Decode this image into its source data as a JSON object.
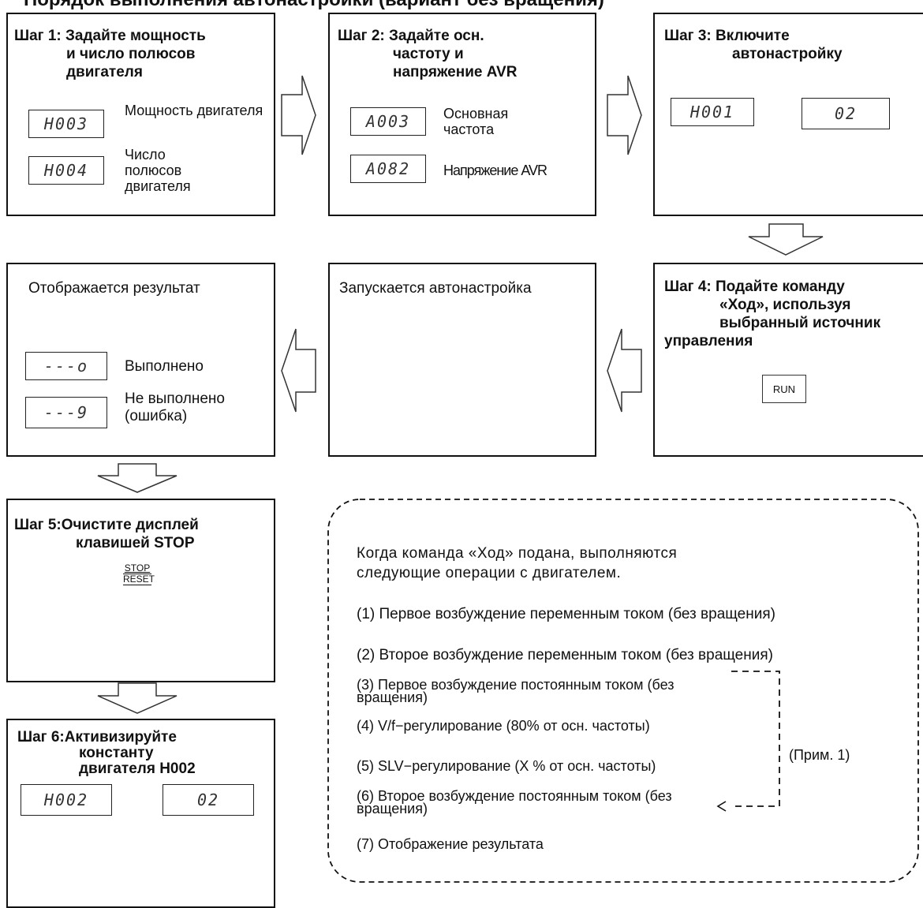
{
  "header_text": "Порядок выполнения автонастройки (вариант без вращения)",
  "step1": {
    "title_line1": "Шаг 1: Задайте мощность",
    "title_line2": "и число полюсов",
    "title_line3": "двигателя",
    "param1_code": "H003",
    "param1_label": "Мощность двигателя",
    "param2_code": "H004",
    "param2_label": "Число полюсов двигателя"
  },
  "step2": {
    "title_line1": "Шаг 2: Задайте осн.",
    "title_line2": "частоту и",
    "title_line3": "напряжение AVR",
    "param1_code": "A003",
    "param1_label": "Основная частота",
    "param2_code": "A082",
    "param2_label": "Напряжение AVR"
  },
  "step3": {
    "title_line1": "Шаг 3: Включите",
    "title_line2": "автонастройку",
    "from_code": "H001",
    "to_value": "02"
  },
  "step4": {
    "title_line1": "Шаг 4: Подайте команду",
    "title_line2": "«Ход», используя",
    "title_line3": "выбранный источник",
    "title_line4": "управления",
    "run_key": "RUN"
  },
  "autotune": {
    "title": "Запускается автонастройка"
  },
  "result": {
    "title": "Отображается результат",
    "ok_code": "---o",
    "ok_label": "Выполнено",
    "err_code": "---9",
    "err_label": "Не выполнено (ошибка)"
  },
  "step5": {
    "title_line1": "Шаг 5:Очистите дисплей",
    "title_line2": "клавишей STOP",
    "key_top": "STOP",
    "key_bottom": "RESET"
  },
  "step6": {
    "title_line1": "Шаг 6:Активизируйте",
    "title_line2": "константу",
    "title_line3": "двигателя H002",
    "from_code": "H002",
    "to_value": "02"
  },
  "notes": {
    "intro": "Когда команда «Ход» подана, выполняются следующие операции с двигателем.",
    "items": [
      "(1) Первое возбуждение переменным током (без вращения)",
      "(2) Второе возбуждение переменным током (без вращения)",
      "(3) Первое возбуждение постоянным током (без вращения)",
      "(4) V/f−регулирование (80% от осн. частоты)",
      "(5) SLV−регулирование (X % от осн. частоты)",
      "(6) Второе возбуждение постоянным током (без вращения)",
      "(7) Отображение результата"
    ],
    "bracket_note": "(Прим. 1)"
  }
}
